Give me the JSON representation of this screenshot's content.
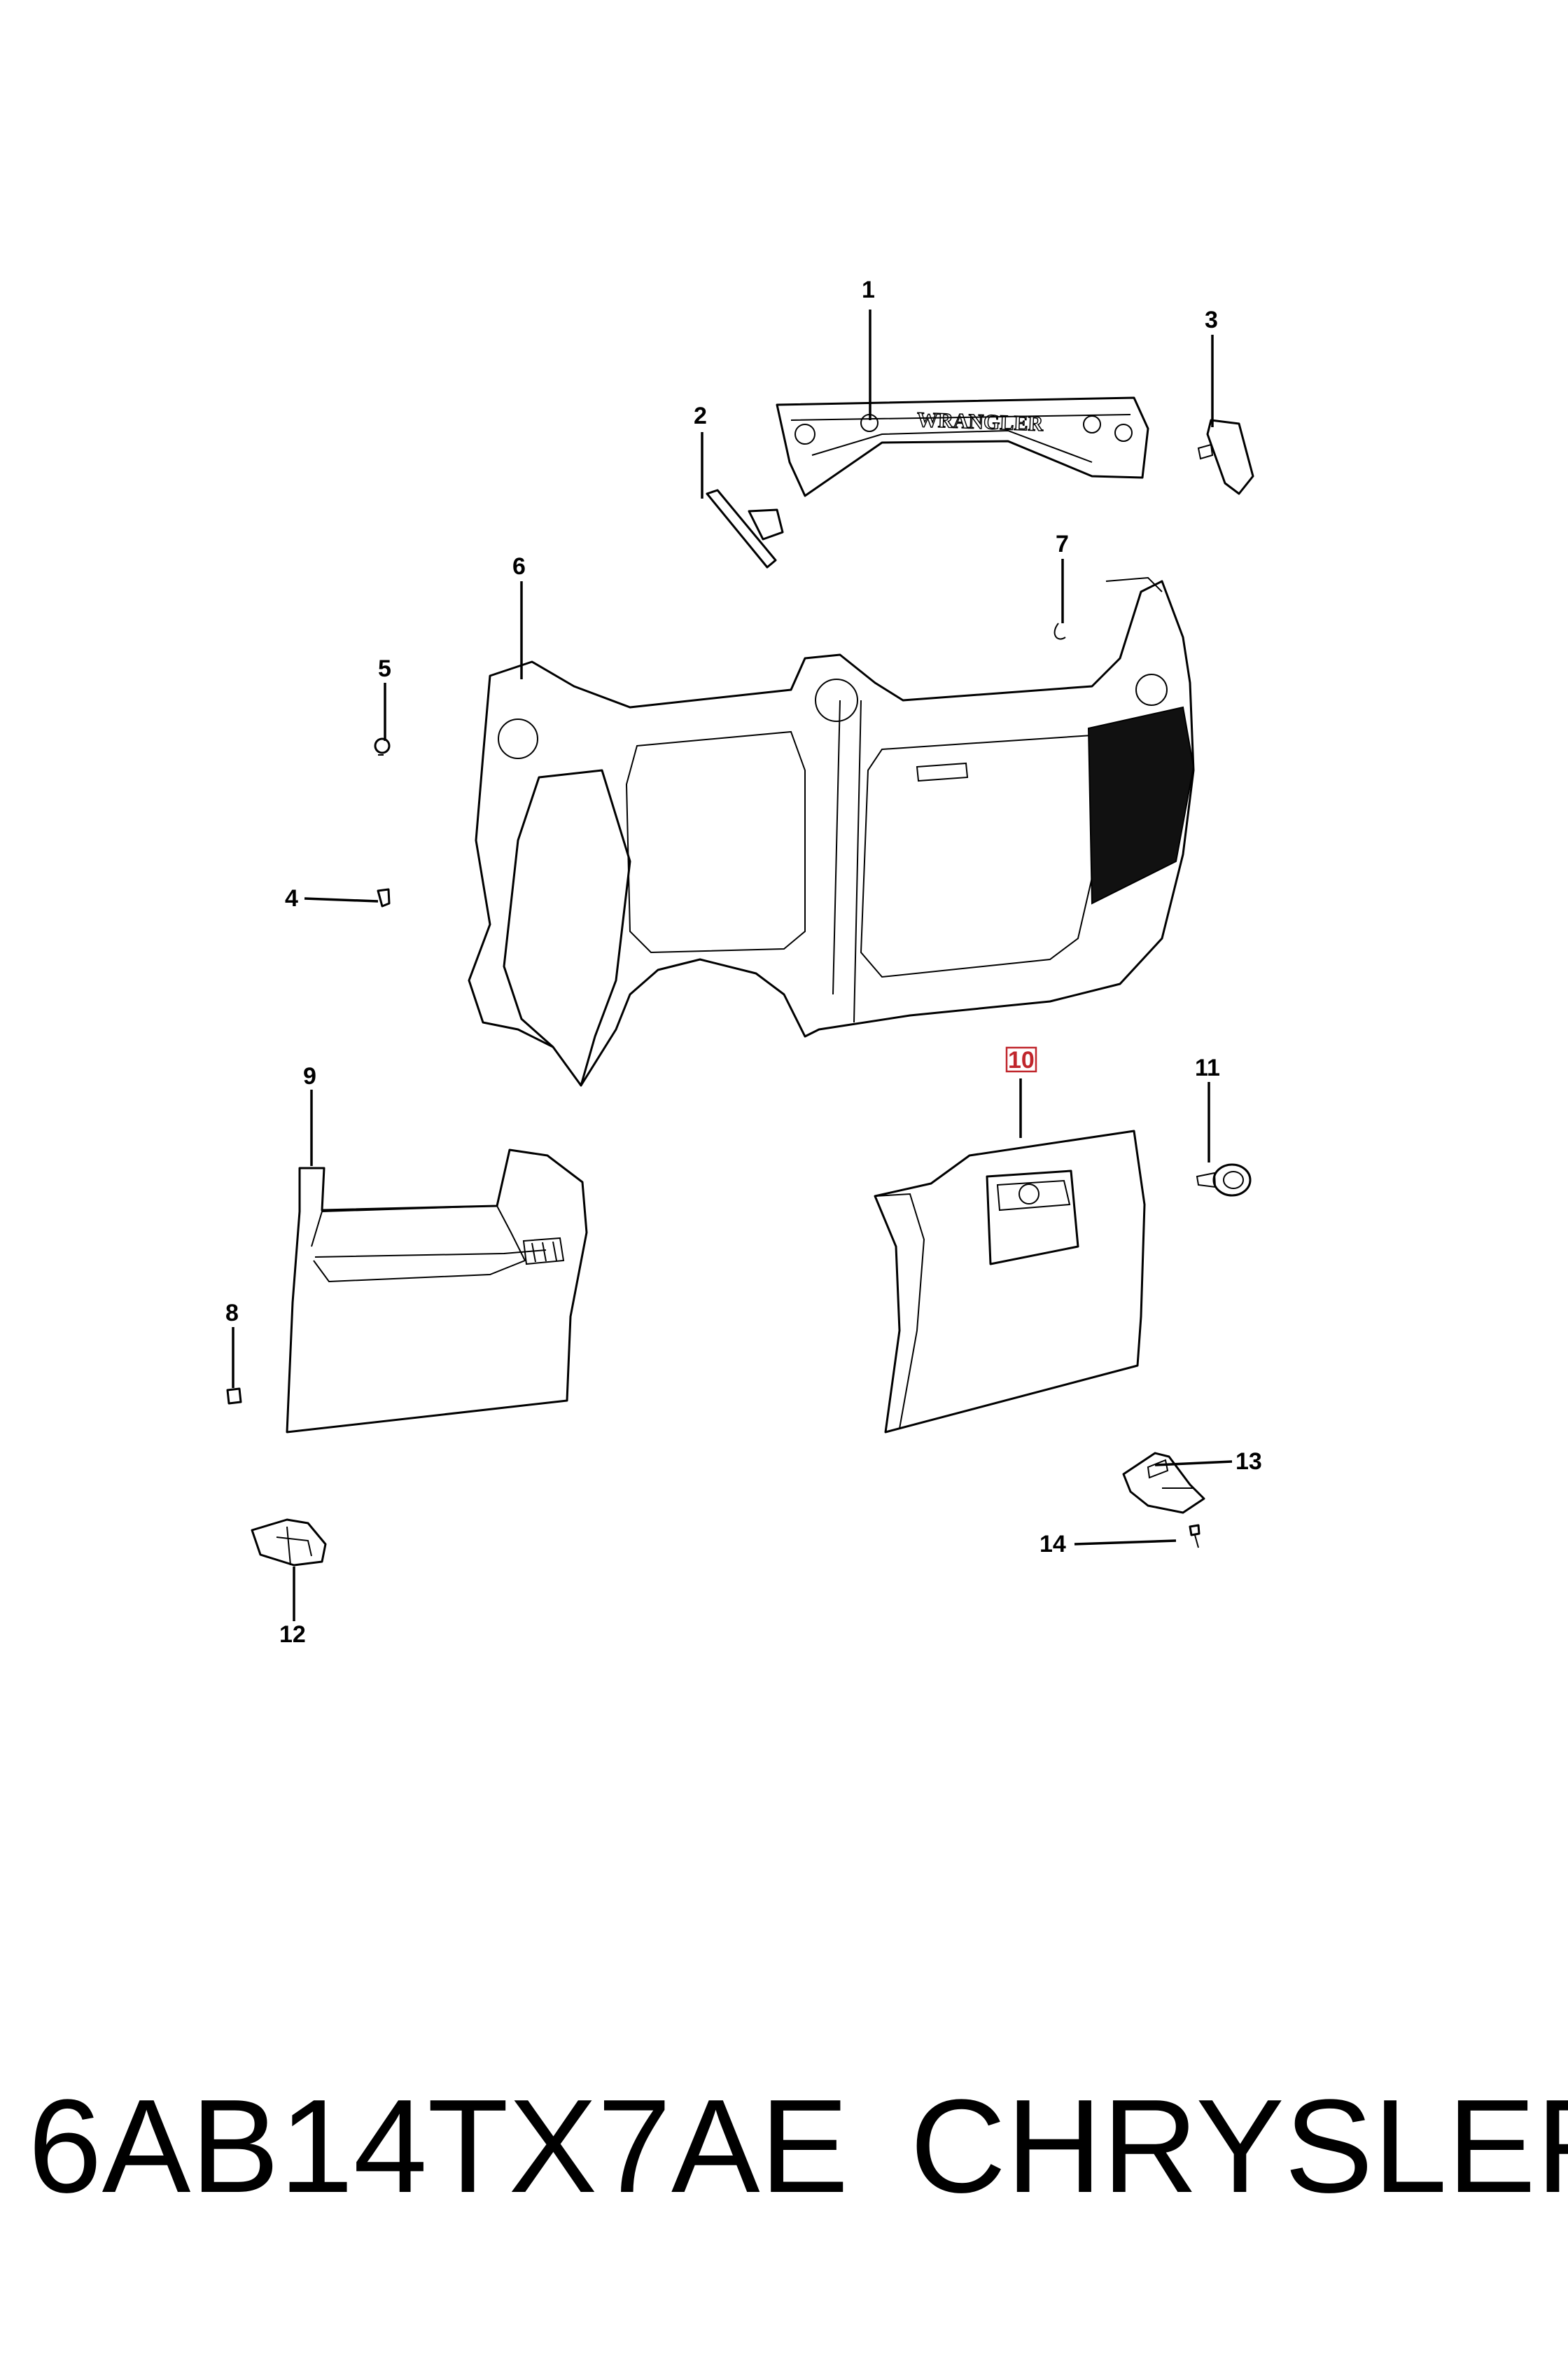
{
  "diagram": {
    "callouts": [
      "1",
      "2",
      "3",
      "4",
      "5",
      "6",
      "7",
      "8",
      "9",
      "10",
      "11",
      "12",
      "13",
      "14"
    ],
    "highlighted_callout": "10",
    "highlight_color": "#c0262c",
    "embossed_text": "WRANGLER"
  },
  "footer": {
    "part_number": "6AB14TX7AE",
    "brand": "CHRYSLER"
  }
}
